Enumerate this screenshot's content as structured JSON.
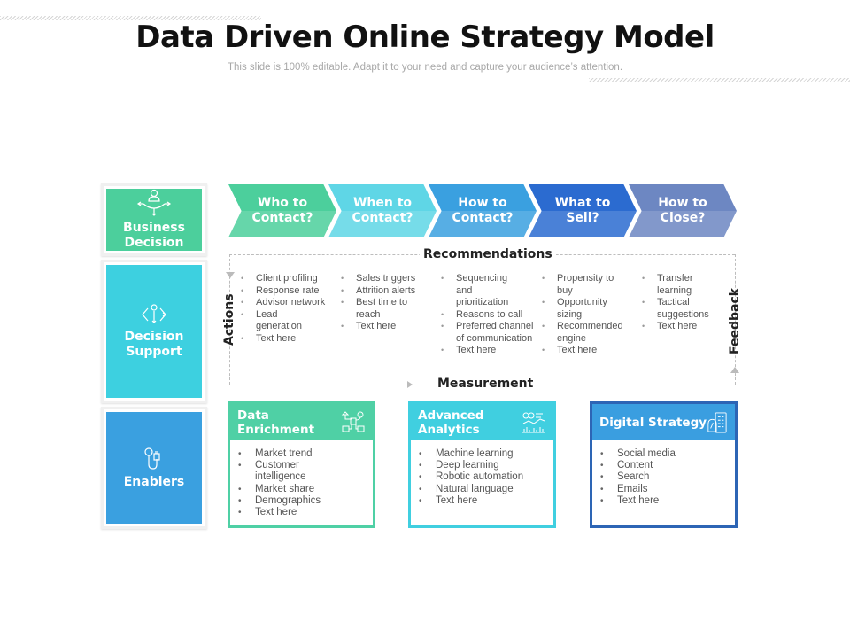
{
  "header": {
    "title": "Data Driven Online Strategy Model",
    "subtitle": "This slide is 100% editable. Adapt it to your need and capture your audience’s attention."
  },
  "colors": {
    "green": "#4fcea0",
    "cyan": "#3dd0e0",
    "blue": "#3a9ee0",
    "dark_blue": "#2f6ec8",
    "slate": "#6b88c4"
  },
  "left_column": [
    {
      "label": "Business Decision",
      "icon": "decision-flow-icon",
      "color": "#4ccf9c"
    },
    {
      "label": "Decision Support",
      "icon": "support-cycle-icon",
      "color": "#3dd0e0"
    },
    {
      "label": "Enablers",
      "icon": "plug-tools-icon",
      "color": "#3aa0e0"
    }
  ],
  "chevrons": [
    {
      "line1": "Who to",
      "line2": "Contact?",
      "color": "#4ccf9c"
    },
    {
      "line1": "When to",
      "line2": "Contact?",
      "color": "#5fd6e6"
    },
    {
      "line1": "How to",
      "line2": "Contact?",
      "color": "#3aa0e0"
    },
    {
      "line1": "What to",
      "line2": "Sell?",
      "color": "#2b6bd0"
    },
    {
      "line1": "How to",
      "line2": "Close?",
      "color": "#6d87c2"
    }
  ],
  "frame": {
    "top_label": "Recommendations",
    "bottom_label": "Measurement",
    "left_label": "Actions",
    "right_label": "Feedback"
  },
  "columns": [
    {
      "items": [
        "Client profiling",
        "Response rate",
        "Advisor network",
        "Lead generation",
        "Text here"
      ]
    },
    {
      "items": [
        "Sales triggers",
        "Attrition alerts",
        "Best time to reach",
        "Text here"
      ]
    },
    {
      "items": [
        "Sequencing and prioritization",
        "Reasons to call",
        "Preferred channel of communication",
        "Text here"
      ]
    },
    {
      "items": [
        "Propensity to buy",
        "Opportunity sizing",
        "Recommended engine",
        "Text here"
      ]
    },
    {
      "items": [
        "Transfer learning",
        "Tactical suggestions",
        "Text here"
      ]
    }
  ],
  "cards": [
    {
      "title": "Data Enrichment",
      "icon": "data-flow-icon",
      "color": "#4fd0a5",
      "items": [
        "Market trend",
        "Customer intelligence",
        "Market share",
        "Demographics",
        "Text here"
      ]
    },
    {
      "title": "Advanced Analytics",
      "icon": "analytics-chart-icon",
      "color": "#40cfe0",
      "items": [
        "Machine learning",
        "Deep learning",
        "Robotic automation",
        "Natural language",
        "Text here"
      ]
    },
    {
      "title": "Digital Strategy",
      "icon": "mobile-strategy-icon",
      "color": "#3a9ee0",
      "border": "#2d65b5",
      "items": [
        "Social media",
        "Content",
        "Search",
        "Emails",
        "Text here"
      ]
    }
  ]
}
